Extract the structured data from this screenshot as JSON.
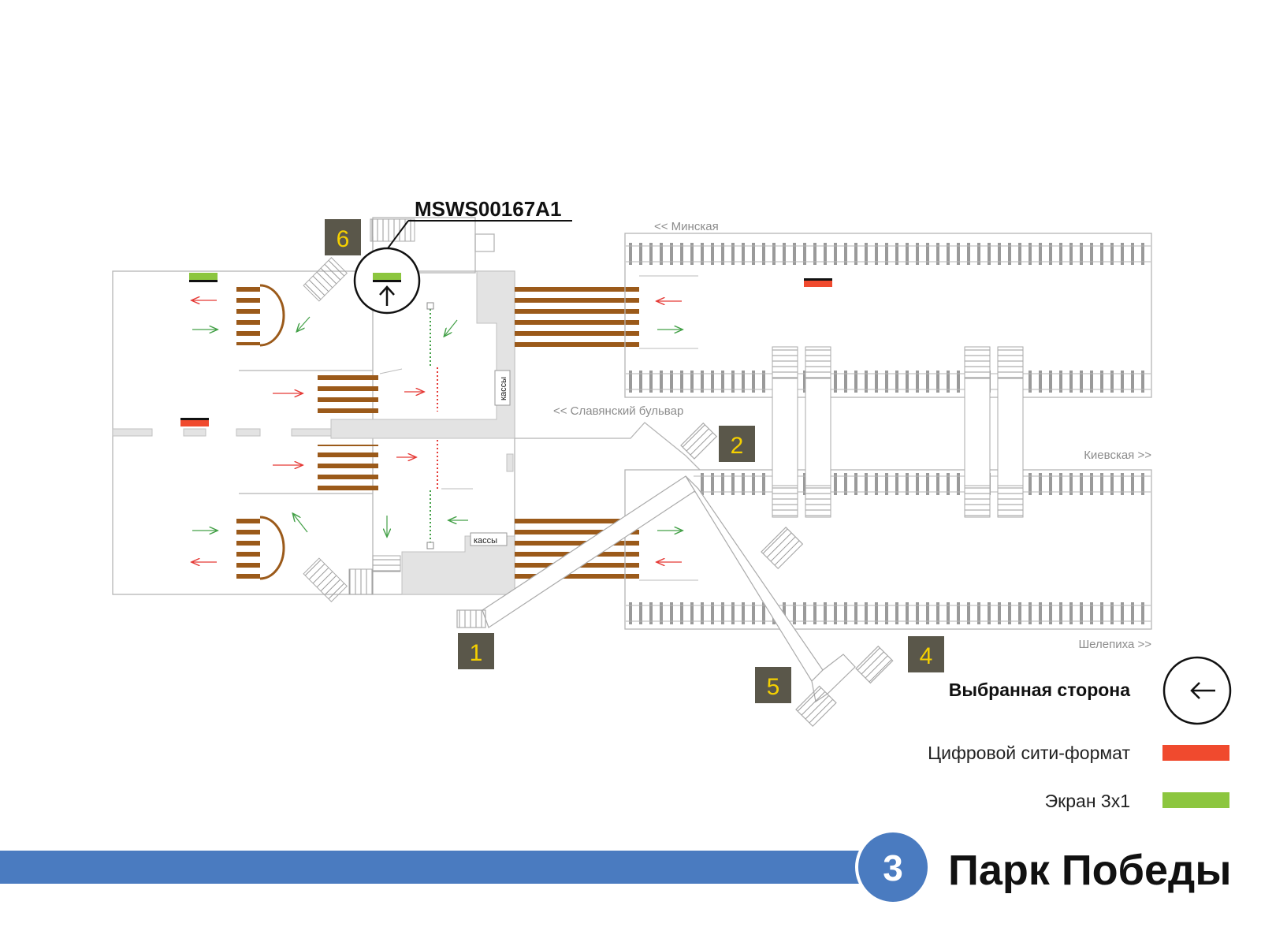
{
  "screen_code": "MSWS00167A1",
  "directions": {
    "minskaya": "<< Минская",
    "slavyansky": "<< Славянский бульвар",
    "kievskaya": "Киевская >>",
    "shelepikha": "Шелепиха >>"
  },
  "kassy_label": "кассы",
  "entrances": [
    "1",
    "2",
    "4",
    "5",
    "6"
  ],
  "legend": {
    "selected_side": "Выбранная сторона",
    "digital_city_format": "Цифровой сити-формат",
    "screen_3x1": "Экран 3х1"
  },
  "station": {
    "line_number": "3",
    "name": "Парк Победы"
  },
  "colors": {
    "line_blue": "#4a7bc0",
    "digital_city_format": "#f04a2e",
    "screen_3x1": "#8cc63f",
    "escalator_brown": "#9b5a1a",
    "entrance_box": "#5a574a",
    "entrance_number": "#f5d000",
    "arrow_red": "#e53935",
    "arrow_green": "#43a047"
  },
  "icons": {
    "selected_side": "arrow-left-circle-icon",
    "screen_marker": "arrow-up-circle-icon"
  }
}
